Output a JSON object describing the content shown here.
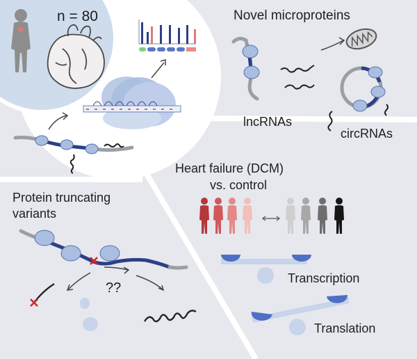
{
  "panels": {
    "cohort": {
      "sample_size": "n = 80"
    },
    "microproteins": {
      "title": "Novel microproteins",
      "lncrna_label": "lncRNAs",
      "circrna_label": "circRNAs"
    },
    "heart_failure": {
      "title_line1": "Heart failure (DCM)",
      "title_line2": "vs. control",
      "transcription_label": "Transcription",
      "translation_label": "Translation"
    },
    "truncating": {
      "title_line1": "Protein truncating",
      "title_line2": "variants",
      "question_marks": "??"
    }
  },
  "colors": {
    "background_gray": "#e6e8ee",
    "circle_blue": "#cfdcec",
    "ribosome_blue": "#a9bee0",
    "rna_navy": "#2c3f86",
    "rna_gray": "#9a9ea5",
    "patient_red": "#d97a78",
    "control_gray": "#9a9a9a",
    "stop_red": "#d6262c"
  }
}
